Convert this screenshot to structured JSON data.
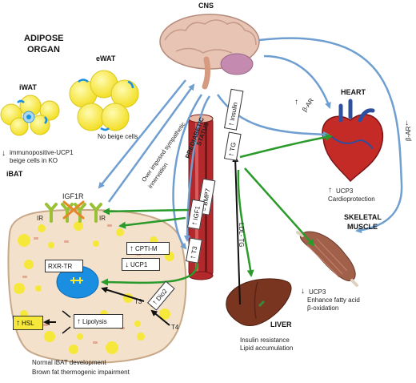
{
  "labels": {
    "cns": "CNS",
    "adipose_line1": "ADIPOSE",
    "adipose_line2": "ORGAN",
    "ewat": "eWAT",
    "iwat": "iWAT",
    "no_beige": "No beige cells",
    "iwat_note_arrow": "↓",
    "iwat_note_line1": "immunopositive-UCP1",
    "iwat_note_line2": "beige cells in KO",
    "ibat": "iBAT",
    "igf1r": "IGF1R",
    "ir_left": "IR",
    "ir_right": "IR",
    "sympathetic_line1": "Over imposed sympathetic",
    "sympathetic_line2": "innervation",
    "prediabetic_line1": "PREDIABETIC",
    "prediabetic_line2": "STATUS",
    "beta_ar_heart": "β-AR",
    "beta_ar_right": "β-AR",
    "heart": "HEART",
    "ucp3_heart": "UCP3",
    "cardioprotection": "Cardioprotection",
    "skeletal_line1": "SKELETAL",
    "skeletal_line2": "MUSCLE",
    "ucp3_muscle": "UCP3",
    "fatty_acid_line1": "Enhance fatty acid",
    "fatty_acid_line2": "β-oxidation",
    "ldl_tg": "LDL- TG",
    "liver": "LIVER",
    "liver_line1": "Insulin resistance",
    "liver_line2": "Lipid accumulation",
    "t3": "T3",
    "t4": "T4",
    "footer_line1": "Normal iBAT development",
    "footer_line2": "Brown fat thermogenic impairment"
  },
  "boxes": {
    "insulin": "Insulin",
    "tg": "TG",
    "bmp7": "= BMP7",
    "igf1": "IGF1",
    "t3": "T3",
    "cpti": "CPTI-M",
    "ucp1": "UCP1",
    "rxr": "RXR-TR",
    "dio2": "Dio2",
    "hsl": "HSL",
    "lipolysis": "Lipolysis"
  },
  "arrows": {
    "up": "🠕",
    "down": "🠗"
  },
  "colors": {
    "blue_arrow": "#6f9fd0",
    "green_arrow": "#2a9a2a",
    "fat_yellow": "#f6e83a",
    "cell_tan": "#f3e1cc",
    "nucleus_blue": "#1a8ee0",
    "vessel_red": "#b2282b",
    "liver_brown": "#7a3520",
    "muscle_brown": "#a0604a"
  }
}
